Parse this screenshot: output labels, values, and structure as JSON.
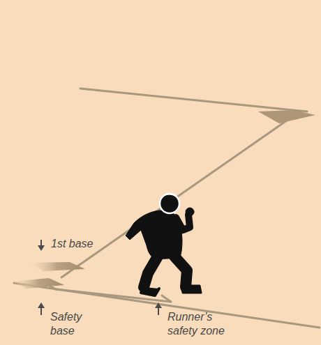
{
  "diagram": {
    "labels": [
      "1st base",
      "Safety base",
      "Runner’s safety zone"
    ]
  }
}
